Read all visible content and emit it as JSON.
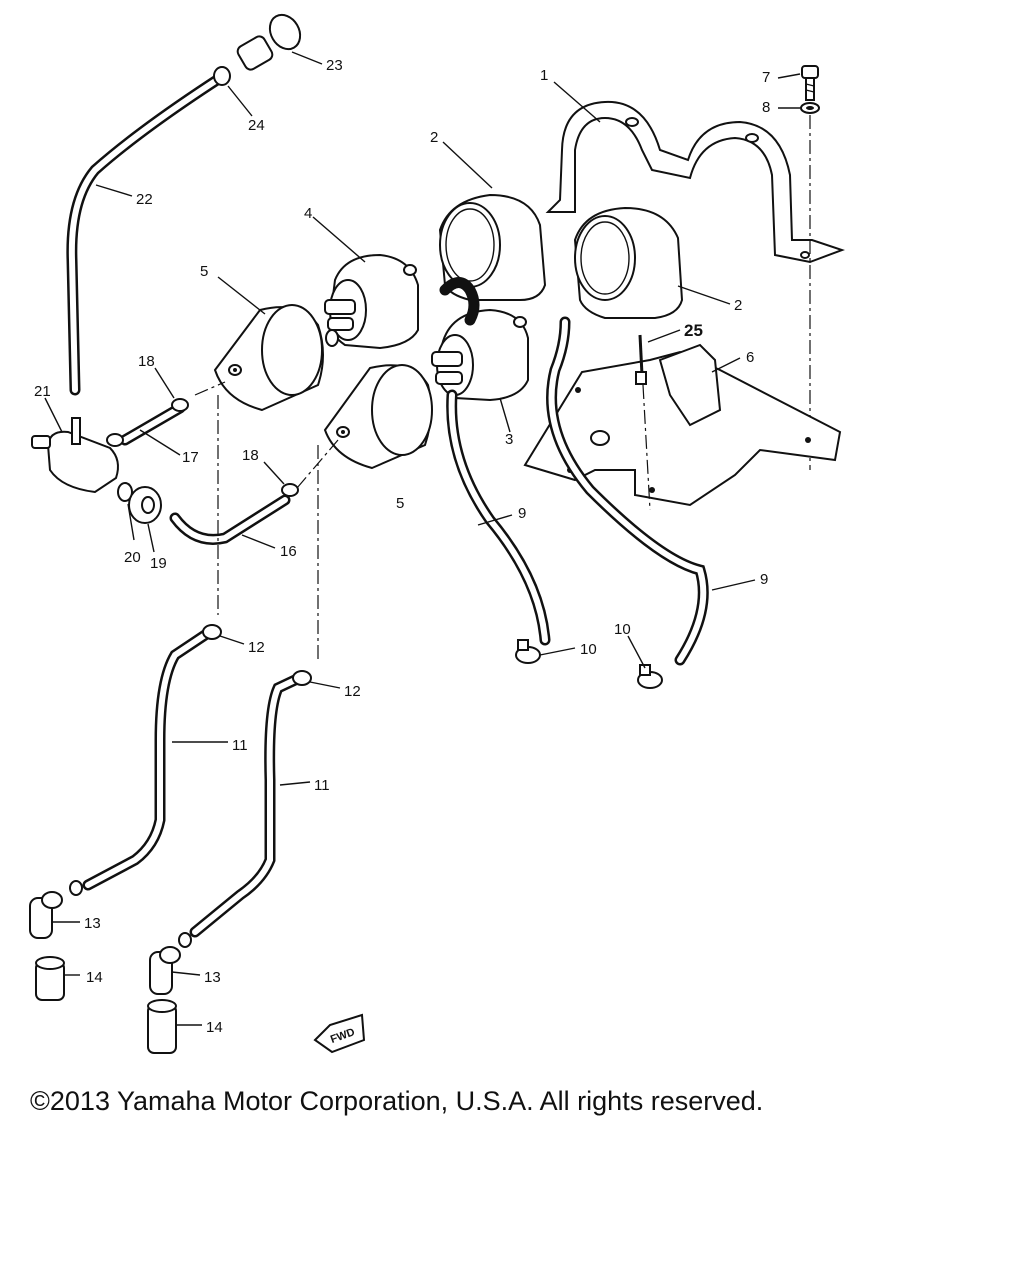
{
  "labels": {
    "1": "1",
    "2": "2",
    "3": "3",
    "4": "4",
    "5": "5",
    "6": "6",
    "7": "7",
    "8": "8",
    "9": "9",
    "10": "10",
    "11": "11",
    "12": "12",
    "13": "13",
    "14": "14",
    "16": "16",
    "17": "17",
    "18": "18",
    "19": "19",
    "20": "20",
    "21": "21",
    "22": "22",
    "23": "23",
    "24": "24",
    "25": "25"
  },
  "fwd_label": "FWD",
  "copyright": "©2013 Yamaha Motor Corporation, U.S.A. All rights reserved."
}
